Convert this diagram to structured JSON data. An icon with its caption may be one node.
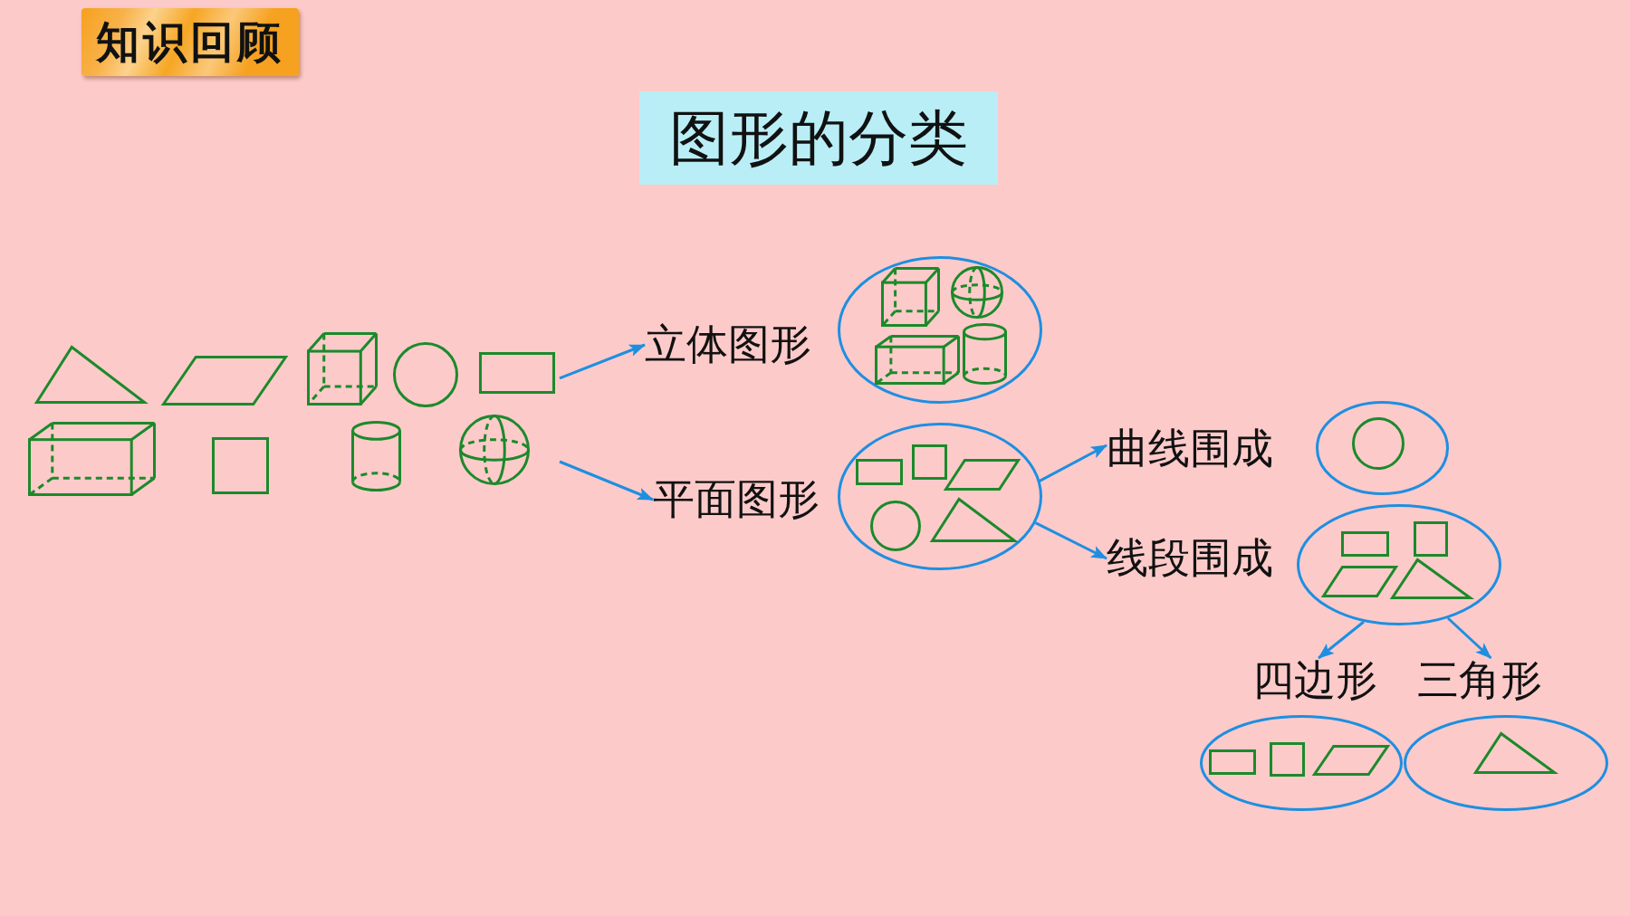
{
  "diagram": {
    "title": "图形的分类",
    "nodes": [
      {
        "text": [],
        "shape": "picture"
      },
      {
        "text": [
          "立体图形"
        ]
      },
      {
        "text": [],
        "shape": "oval"
      },
      {
        "text": [
          "平面图形"
        ]
      },
      {
        "text": [],
        "shape": "oval"
      },
      {
        "text": [
          "曲线围成"
        ]
      },
      {
        "text": [],
        "shape": "oval"
      },
      {
        "text": [
          "线段围成"
        ]
      },
      {
        "text": [],
        "shape": "oval"
      },
      {
        "text": [
          "四边形"
        ]
      },
      {
        "text": [
          "三角形"
        ]
      },
      {
        "text": [],
        "shape": "oval"
      },
      {
        "text": [],
        "shape": "oval"
      }
    ],
    "edges": [
      {
        "from": 0,
        "to": 1,
        "arrow": "to"
      },
      {
        "from": 0,
        "to": 3,
        "arrow": "to"
      },
      {
        "from": 4,
        "to": 5,
        "arrow": "to"
      },
      {
        "from": 4,
        "to": 7,
        "arrow": "to"
      },
      {
        "from": 8,
        "to": 9,
        "arrow": "to"
      },
      {
        "from": 8,
        "to": 10,
        "arrow": "to"
      }
    ],
    "labels": [
      "知识回顾"
    ]
  }
}
